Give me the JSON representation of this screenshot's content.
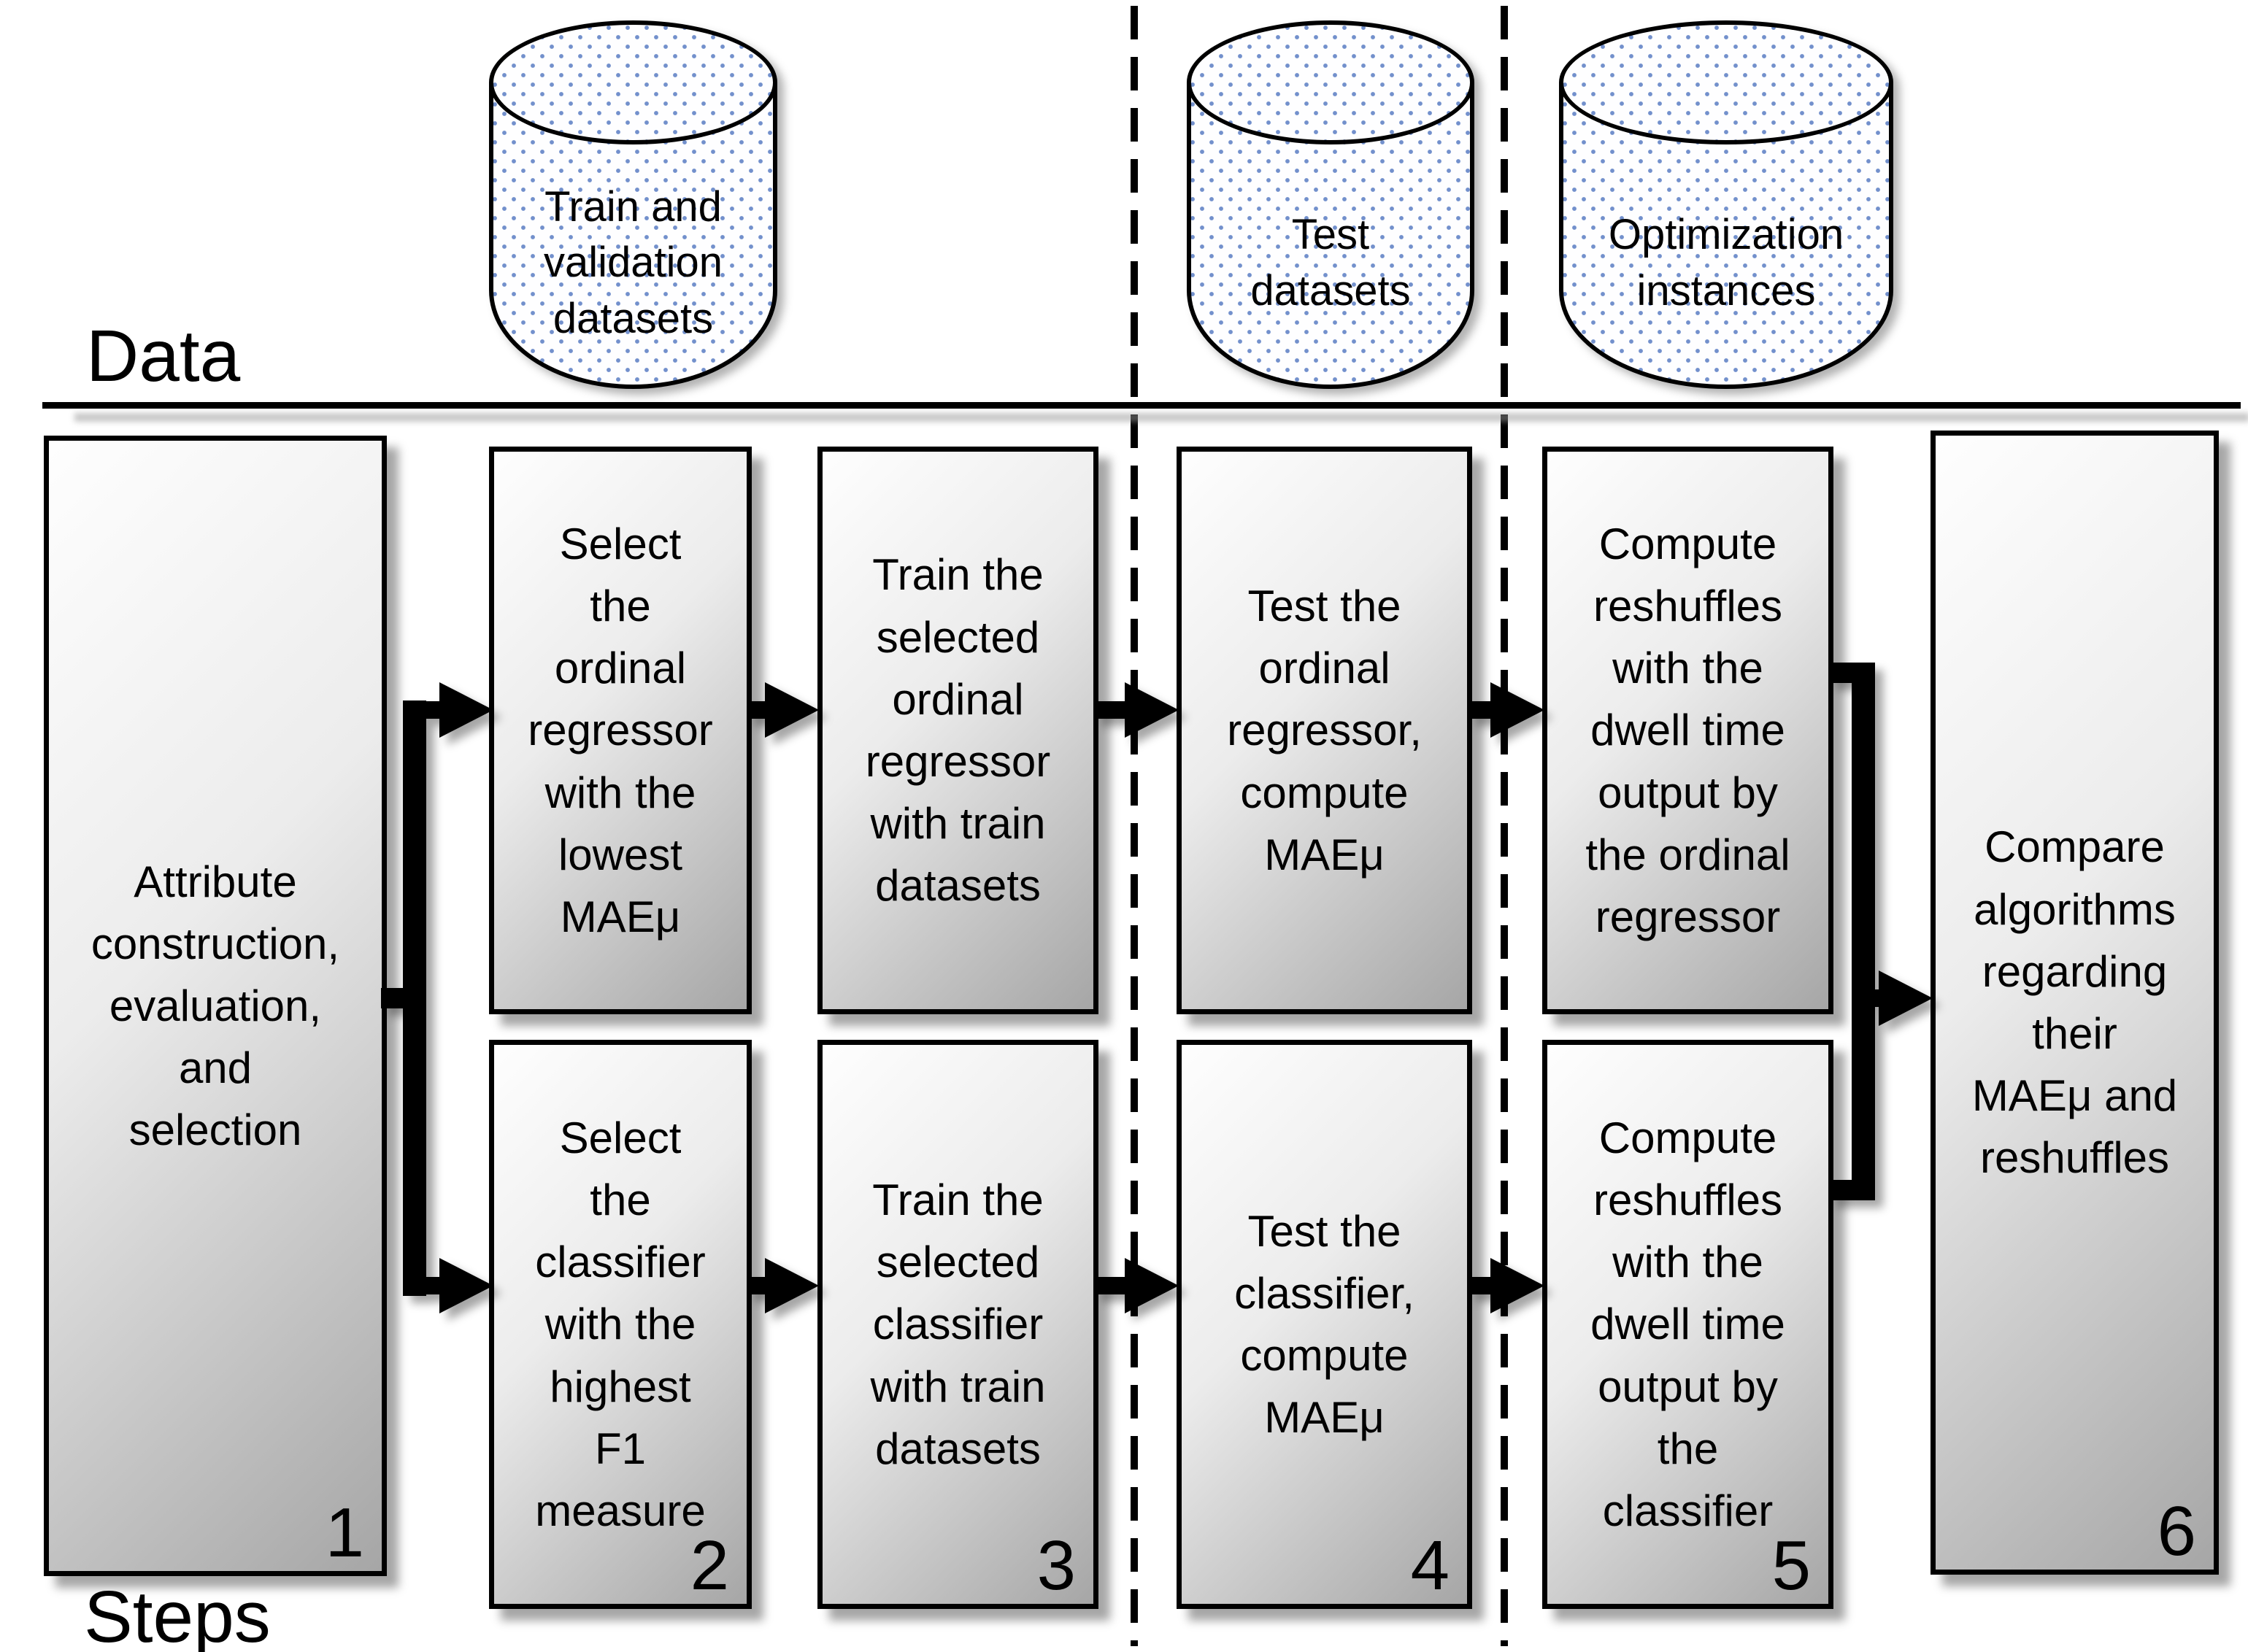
{
  "labels": {
    "data": "Data",
    "steps": "Steps"
  },
  "datastores": [
    {
      "text": "Train and\nvalidation\ndatasets"
    },
    {
      "text": "Test\ndatasets"
    },
    {
      "text": "Optimization\ninstances"
    }
  ],
  "boxes": {
    "step1": {
      "num": "1",
      "text": "Attribute\nconstruction,\nevaluation,\nand\nselection"
    },
    "step2top": {
      "text": "Select\nthe\nordinal\nregressor\nwith the\nlowest\nMAEμ"
    },
    "step2bottom": {
      "num": "2",
      "text": "Select\nthe\nclassifier\nwith the\nhighest\nF1\nmeasure"
    },
    "step3top": {
      "text": "Train the\nselected\nordinal\nregressor\nwith train\ndatasets"
    },
    "step3bottom": {
      "num": "3",
      "text": "Train the\nselected\nclassifier\nwith train\ndatasets"
    },
    "step4top": {
      "text": "Test the\nordinal\nregressor,\ncompute\nMAEμ"
    },
    "step4bottom": {
      "num": "4",
      "text": "Test the\nclassifier,\ncompute\nMAEμ"
    },
    "step5top": {
      "text": "Compute\nreshuffles\nwith the\ndwell time\noutput by\nthe ordinal\nregressor"
    },
    "step5bottom": {
      "num": "5",
      "text": "Compute\nreshuffles\nwith the\ndwell time\noutput by\nthe\nclassifier"
    },
    "step6": {
      "num": "6",
      "text": "Compare\nalgorithms\nregarding\ntheir\nMAEμ and\nreshuffles"
    }
  },
  "colors": {
    "stroke": "#000000",
    "background": "#ffffff",
    "cylinder_dot": "#5a7dc3",
    "box_gradient_light": "#fefefe",
    "box_gradient_dark": "#a6a6a6"
  }
}
